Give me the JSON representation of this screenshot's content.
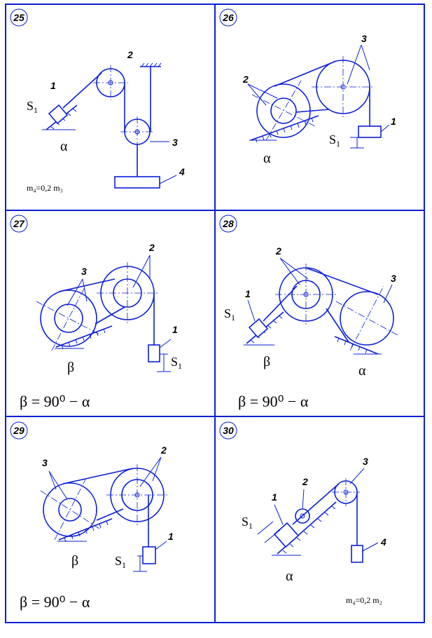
{
  "panels": [
    {
      "number": "25",
      "part_labels": [
        "1",
        "2",
        "3",
        "4"
      ],
      "s_label": "S",
      "s_subscript": "1",
      "angle_label": "α",
      "note_text": "m₄=0,2 m₃"
    },
    {
      "number": "26",
      "part_labels": [
        "1",
        "2",
        "3"
      ],
      "s_label": "S",
      "s_subscript": "1",
      "angle_label": "α"
    },
    {
      "number": "27",
      "part_labels": [
        "1",
        "2",
        "3"
      ],
      "s_label": "S",
      "s_subscript": "1",
      "angle_label": "β",
      "formula": "β = 90⁰ − α"
    },
    {
      "number": "28",
      "part_labels": [
        "1",
        "2",
        "3"
      ],
      "s_label": "S",
      "s_subscript": "1",
      "angle_label_1": "β",
      "angle_label_2": "α",
      "formula": "β = 90⁰ − α"
    },
    {
      "number": "29",
      "part_labels": [
        "1",
        "2",
        "3"
      ],
      "s_label": "S",
      "s_subscript": "1",
      "angle_label": "β",
      "formula": "β = 90⁰ − α"
    },
    {
      "number": "30",
      "part_labels": [
        "1",
        "2",
        "3",
        "4"
      ],
      "s_label": "S",
      "s_subscript": "1",
      "angle_label": "α",
      "note_text": "m₄=0,2 m₂"
    }
  ],
  "colors": {
    "ink": "#0a1fd8",
    "text": "#000000",
    "background": "#ffffff"
  }
}
